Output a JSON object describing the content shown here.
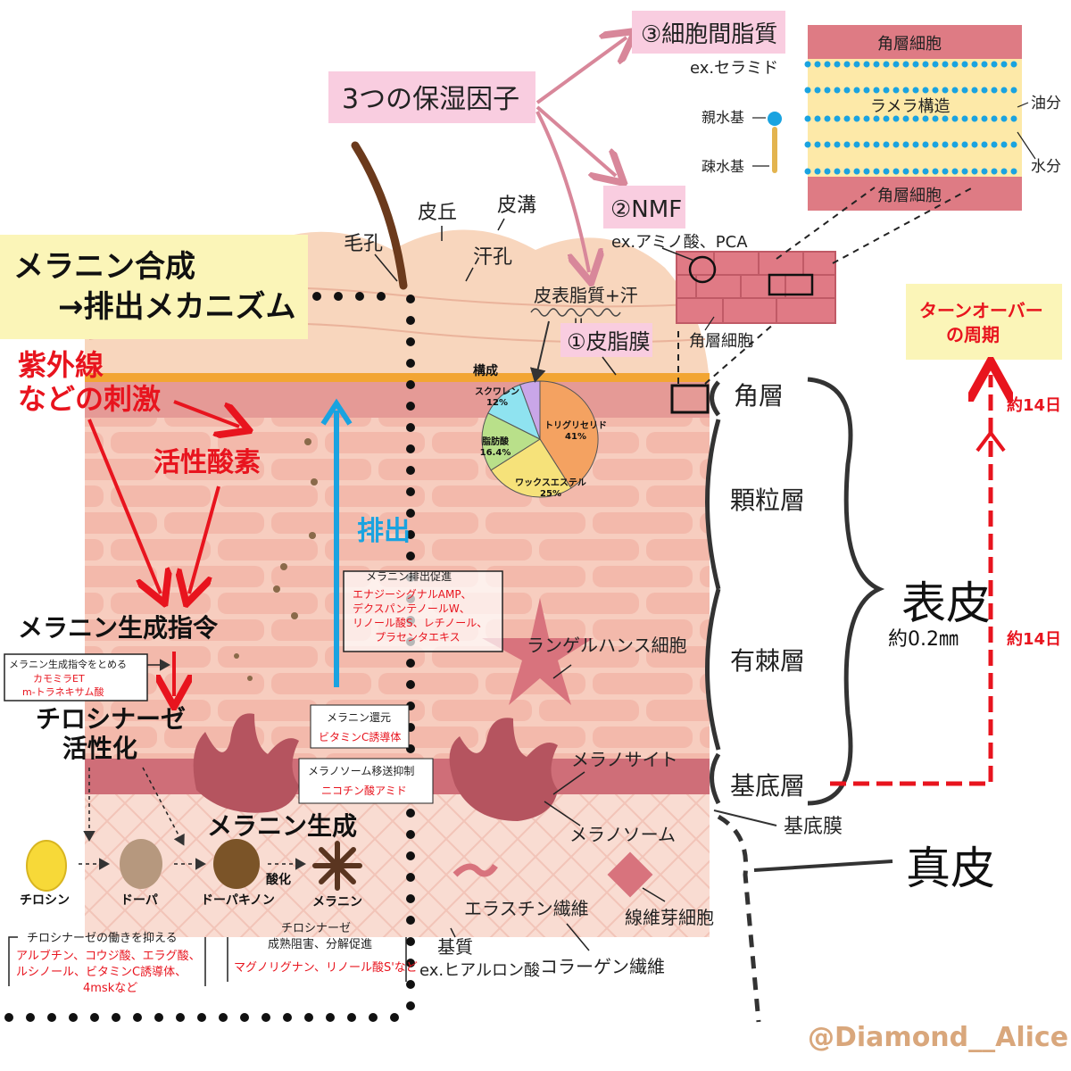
{
  "title": {
    "line1": "メラニン合成",
    "line2": "→排出メカニズム"
  },
  "moisture": {
    "title": "3つの保湿因子",
    "intercellular": {
      "label": "③細胞間脂質",
      "example": "ex.セラミド"
    },
    "nmf": {
      "label": "②NMF",
      "example": "ex.アミノ酸、PCA"
    },
    "sebum": {
      "formula": "皮表脂質+汗",
      "equals": "||",
      "label": "①皮脂膜"
    }
  },
  "skin_surface": {
    "pore": "毛孔",
    "ridge": "皮丘",
    "groove": "皮溝",
    "sweat_pore": "汗孔"
  },
  "lamellar": {
    "top": "角層細胞",
    "bottom": "角層細胞",
    "middle": "ラメラ構造",
    "hydrophilic": "親水基",
    "hydrophobic": "疎水基",
    "oil": "油分",
    "water": "水分"
  },
  "corneocyte_label": "角層細胞",
  "layers": {
    "stratum_corneum": "角層",
    "granular": "顆粒層",
    "spinous": "有棘層",
    "basal": "基底層",
    "basement_membrane": "基底膜",
    "epidermis": "表皮",
    "epidermis_thickness": "約0.2㎜",
    "dermis": "真皮"
  },
  "turnover": {
    "title_line1": "ターンオーバー",
    "title_line2": "の周期",
    "upper": "約14日",
    "lower": "約14日"
  },
  "stimulus": {
    "line1": "紫外線",
    "line2": "などの刺激",
    "ros": "活性酸素"
  },
  "melanin_command": "メラニン生成指令",
  "stop_command": {
    "title": "メラニン生成指令をとめる",
    "items": [
      "カモミラET",
      "m-トラネキサム酸"
    ]
  },
  "tyrosinase": {
    "line1": "チロシナーゼ",
    "line2": "活性化"
  },
  "synthesis_title": "メラニン生成",
  "pathway": {
    "tyrosine": "チロシン",
    "dopa": "ドーパ",
    "dopaquinone": "ドーパキノン",
    "oxidation": "酸化",
    "melanin": "メラニン"
  },
  "inhibit_box": {
    "title": "チロシナーゼの働きを抑える",
    "items": [
      "アルブチン、コウジ酸、エラグ酸、",
      "ルシノール、ビタミンC誘導体、",
      "4mskなど"
    ]
  },
  "maturation_box": {
    "title_line1": "チロシナーゼ",
    "title_line2": "成熟阻害、分解促進",
    "items": [
      "マグノリグナン、リノール酸S'など"
    ]
  },
  "reduction_box": {
    "title": "メラニン還元",
    "items": [
      "ビタミンC誘導体"
    ]
  },
  "transport_box": {
    "title": "メラノソーム移送抑制",
    "items": [
      "ニコチン酸アミド"
    ]
  },
  "excretion": {
    "label": "排出",
    "box_title": "メラニン排出促進",
    "items": [
      "エナジーシグナルAMP、",
      "デクスパンテノールW、",
      "リノール酸S、レチノール、",
      "プラセンタエキス"
    ]
  },
  "cells": {
    "langerhans": "ランゲルハンス細胞",
    "melanocyte": "メラノサイト",
    "melanosome": "メラノソーム",
    "elastin": "エラスチン繊維",
    "fibroblast": "線維芽細胞",
    "matrix": "基質",
    "matrix_example": "ex.ヒアルロン酸",
    "collagen": "コラーゲン繊維"
  },
  "chart_data": {
    "type": "pie",
    "title": "構成",
    "slices": [
      {
        "label": "トリグリセリド",
        "value": 41,
        "value_text": "41%",
        "color": "#f4a261"
      },
      {
        "label": "ワックスエステル",
        "value": 25,
        "value_text": "25%",
        "color": "#f6e27a"
      },
      {
        "label": "脂肪酸",
        "value": 16.4,
        "value_text": "16.4%",
        "color": "#b9e08a"
      },
      {
        "label": "スクワレン",
        "value": 12,
        "value_text": "12%",
        "color": "#8fe3f0"
      },
      {
        "label": "",
        "value": 5.6,
        "value_text": "",
        "color": "#c9a6e8"
      }
    ]
  },
  "credit": "@Diamond__Alice",
  "colors": {
    "red": "#e8141e",
    "blue": "#1aa3e0",
    "pink_box": "#f9cde0",
    "yellow_box": "#fbf5b8",
    "skin": "#f5c6b6",
    "skin_dark": "#e9a7a0",
    "basal": "#cf6e78",
    "melanocyte": "#b5545f",
    "credit": "#d9a77c"
  }
}
